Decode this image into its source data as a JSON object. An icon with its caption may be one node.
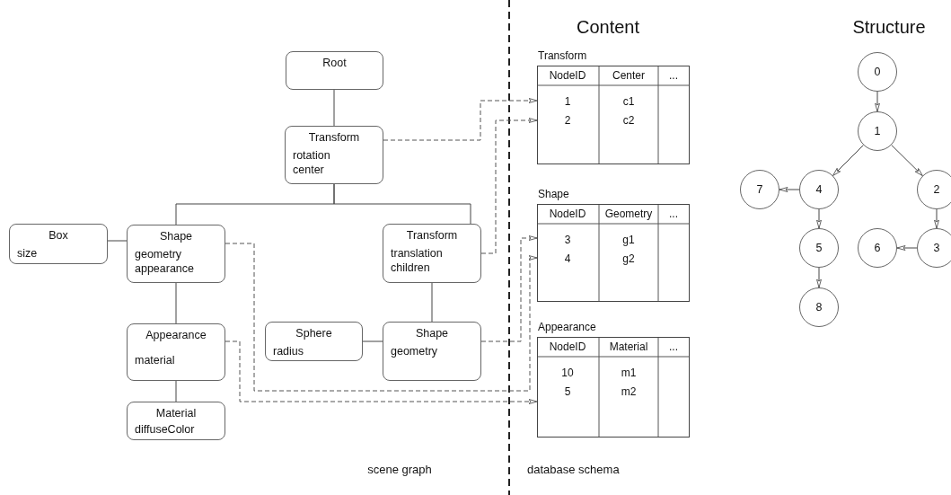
{
  "diagram": {
    "nodes": [
      {
        "text": [
          "Root"
        ]
      },
      {
        "text": [
          "Transform",
          "rotation center"
        ]
      },
      {
        "text": [
          "Box",
          "size"
        ]
      },
      {
        "text": [
          "Shape",
          "geometry appearance"
        ]
      },
      {
        "text": [
          "Transform",
          "translation children"
        ]
      },
      {
        "text": [
          "Sphere",
          "radius"
        ]
      },
      {
        "text": [
          "Shape",
          "geometry"
        ]
      },
      {
        "text": [
          "Appearance",
          "material"
        ]
      },
      {
        "text": [
          "Material",
          "diffuseColor"
        ]
      },
      {
        "text": [
          "Transform"
        ]
      },
      {
        "text": [
          "Shape"
        ]
      },
      {
        "text": [
          "Appearance"
        ]
      },
      {
        "text": [
          "0"
        ]
      },
      {
        "text": [
          "1"
        ]
      },
      {
        "text": [
          "7"
        ]
      },
      {
        "text": [
          "4"
        ]
      },
      {
        "text": [
          "2"
        ]
      },
      {
        "text": [
          "5"
        ]
      },
      {
        "text": [
          "6"
        ]
      },
      {
        "text": [
          "3"
        ]
      },
      {
        "text": [
          "8"
        ]
      }
    ],
    "edges": [
      {
        "from": 0,
        "to": 1,
        "arrow": "none"
      },
      {
        "from": 1,
        "to": 3,
        "arrow": "none"
      },
      {
        "from": 1,
        "to": 4,
        "arrow": "none"
      },
      {
        "from": 3,
        "to": 2,
        "arrow": "none"
      },
      {
        "from": 3,
        "to": 7,
        "arrow": "none"
      },
      {
        "from": 7,
        "to": 8,
        "arrow": "none"
      },
      {
        "from": 4,
        "to": 6,
        "arrow": "none"
      },
      {
        "from": 6,
        "to": 5,
        "arrow": "none"
      },
      {
        "from": 1,
        "to": 9,
        "arrow": "to",
        "style": "dashed"
      },
      {
        "from": 4,
        "to": 9,
        "arrow": "to",
        "style": "dashed"
      },
      {
        "from": 3,
        "to": 10,
        "arrow": "to",
        "style": "dashed"
      },
      {
        "from": 6,
        "to": 10,
        "arrow": "to",
        "style": "dashed"
      },
      {
        "from": 7,
        "to": 11,
        "arrow": "to",
        "style": "dashed"
      },
      {
        "from": 12,
        "to": 13,
        "arrow": "to"
      },
      {
        "from": 13,
        "to": 15,
        "arrow": "to"
      },
      {
        "from": 13,
        "to": 16,
        "arrow": "to"
      },
      {
        "from": 15,
        "to": 14,
        "arrow": "to"
      },
      {
        "from": 15,
        "to": 17,
        "arrow": "to"
      },
      {
        "from": 17,
        "to": 20,
        "arrow": "to"
      },
      {
        "from": 16,
        "to": 19,
        "arrow": "to"
      },
      {
        "from": 19,
        "to": 18,
        "arrow": "to"
      }
    ],
    "labels": [
      "Content",
      "Structure",
      "NodeID",
      "Center",
      "...",
      "1",
      "c1",
      "2",
      "c2",
      "NodeID",
      "Geometry",
      "...",
      "3",
      "g1",
      "4",
      "g2",
      "NodeID",
      "Material",
      "...",
      "10",
      "m1",
      "5",
      "m2",
      "scene graph",
      "database schema"
    ]
  }
}
